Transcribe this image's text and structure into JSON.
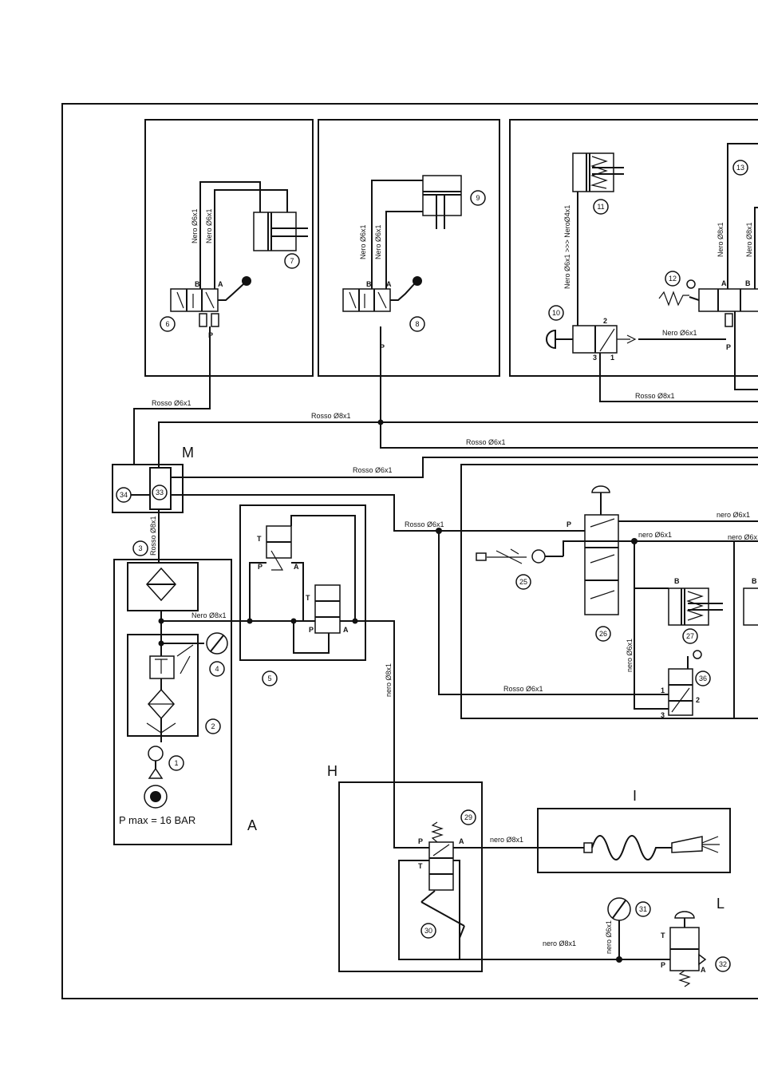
{
  "tube_labels": {
    "nero_6x1": "Nero Ø6x1",
    "nero_6x1_to_4x1": "Nero Ø6x1 >>> NeroØ4x1",
    "nero_8x1_cap": "Nero Ø8x1",
    "nero_8x1": "nero Ø8x1",
    "nero_6x1_lower": "nero Ø6x1",
    "rosso_6x1": "Rosso Ø6x1",
    "rosso_8x1": "Rosso Ø8x1"
  },
  "ports": {
    "a": "A",
    "b": "B",
    "p": "P",
    "t": "T",
    "one": "1",
    "two": "2",
    "three": "3"
  },
  "sections": {
    "a": "A",
    "h": "H",
    "i": "I",
    "l": "L",
    "m": "M"
  },
  "pressure_note": "P max = 16 BAR",
  "components": {
    "c1": "1",
    "c2": "2",
    "c3": "3",
    "c4": "4",
    "c5": "5",
    "c6": "6",
    "c7": "7",
    "c8": "8",
    "c9": "9",
    "c10": "10",
    "c11": "11",
    "c12": "12",
    "c13": "13",
    "c25": "25",
    "c26": "26",
    "c27": "27",
    "c29": "29",
    "c30": "30",
    "c31": "31",
    "c32": "32",
    "c33": "33",
    "c34": "34",
    "c36": "36"
  }
}
